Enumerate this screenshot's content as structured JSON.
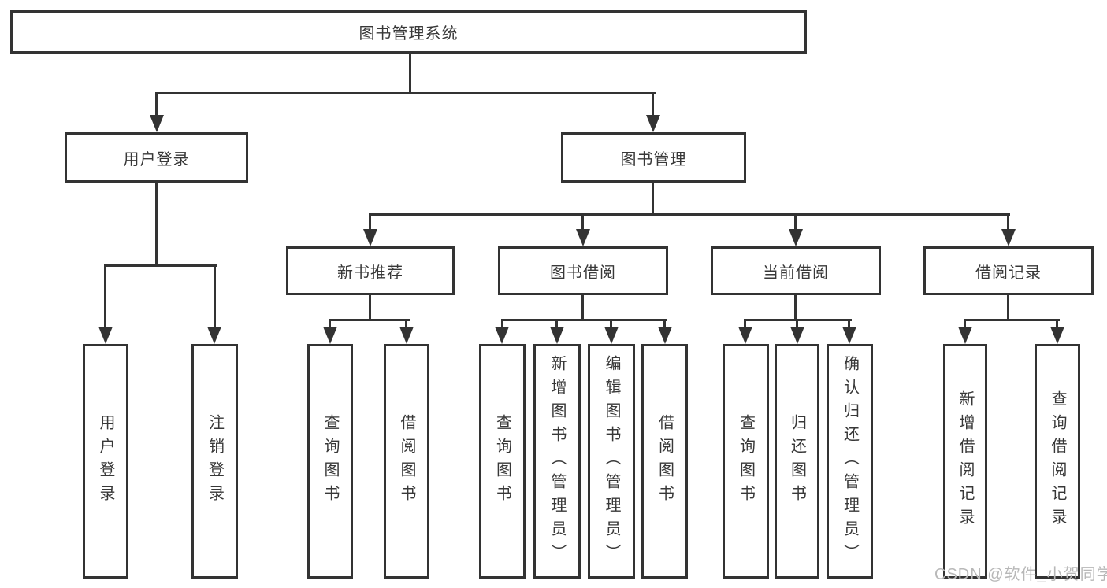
{
  "diagram": {
    "type": "tree-structure-chart",
    "background_color": "#ffffff",
    "line_color": "#333333",
    "box_border_color": "#333333",
    "text_color": "#383838"
  },
  "tree": {
    "label": "图书管理系统",
    "children": [
      {
        "label": "用户登录",
        "children": [
          {
            "label": "用户登录"
          },
          {
            "label": "注销登录"
          }
        ]
      },
      {
        "label": "图书管理",
        "children": [
          {
            "label": "新书推荐",
            "children": [
              {
                "label": "查询图书"
              },
              {
                "label": "借阅图书"
              }
            ]
          },
          {
            "label": "图书借阅",
            "children": [
              {
                "label": "查询图书"
              },
              {
                "label": "新增图书（管理员）"
              },
              {
                "label": "编辑图书（管理员）"
              },
              {
                "label": "借阅图书"
              }
            ]
          },
          {
            "label": "当前借阅",
            "children": [
              {
                "label": "查询图书"
              },
              {
                "label": "归还图书"
              },
              {
                "label": "确认归还（管理员）"
              }
            ]
          },
          {
            "label": "借阅记录",
            "children": [
              {
                "label": "新增借阅记录"
              },
              {
                "label": "查询借阅记录"
              }
            ]
          }
        ]
      }
    ]
  },
  "watermark": {
    "text": "CSDN @软件_小贺同学",
    "color": "#b8b8b8"
  }
}
